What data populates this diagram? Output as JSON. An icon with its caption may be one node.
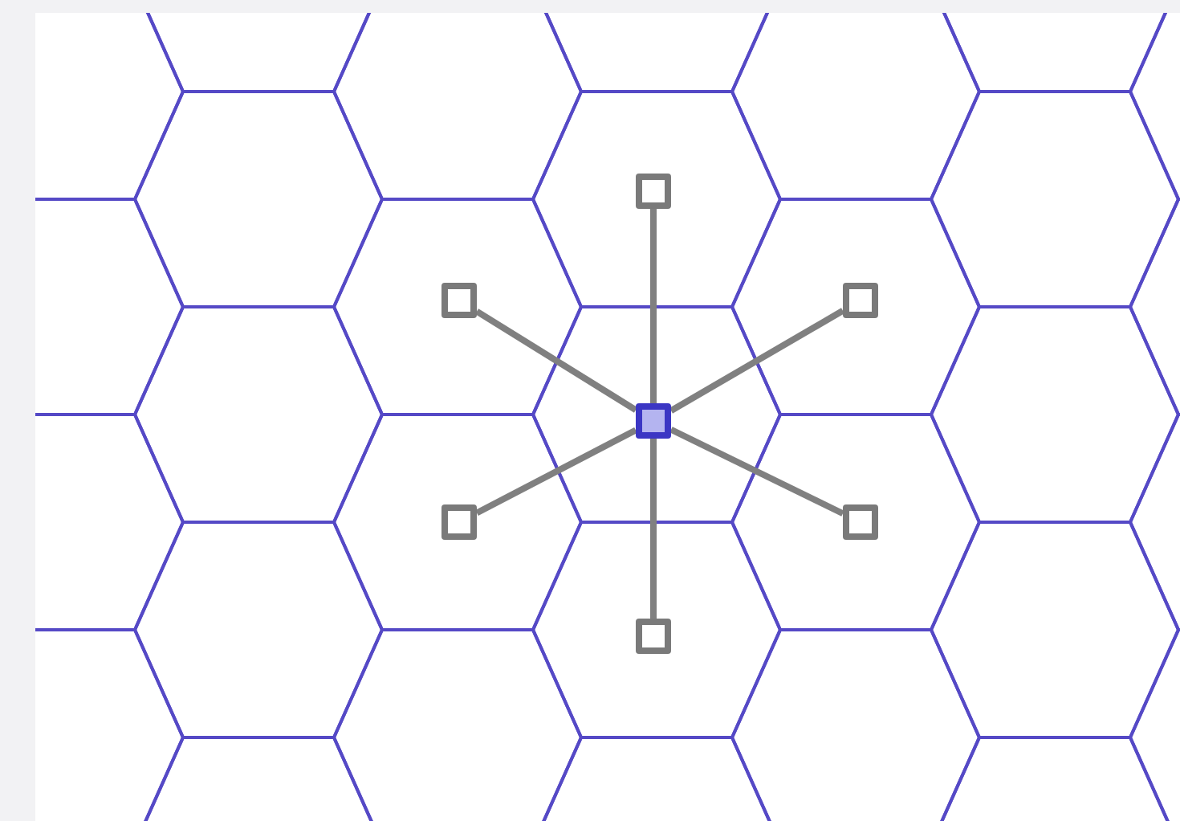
{
  "diagram": {
    "nodes": [
      {
        "text": [],
        "shape": "box"
      },
      {
        "text": [],
        "shape": "box"
      },
      {
        "text": [],
        "shape": "box"
      },
      {
        "text": [],
        "shape": "box"
      },
      {
        "text": [],
        "shape": "box"
      },
      {
        "text": [],
        "shape": "box"
      },
      {
        "text": [],
        "shape": "box"
      }
    ],
    "edges": [
      {
        "from": 3,
        "to": 0,
        "arrow": "none"
      },
      {
        "from": 3,
        "to": 1,
        "arrow": "none"
      },
      {
        "from": 3,
        "to": 2,
        "arrow": "none"
      },
      {
        "from": 3,
        "to": 4,
        "arrow": "none"
      },
      {
        "from": 3,
        "to": 5,
        "arrow": "none"
      },
      {
        "from": 3,
        "to": 6,
        "arrow": "none"
      }
    ]
  }
}
